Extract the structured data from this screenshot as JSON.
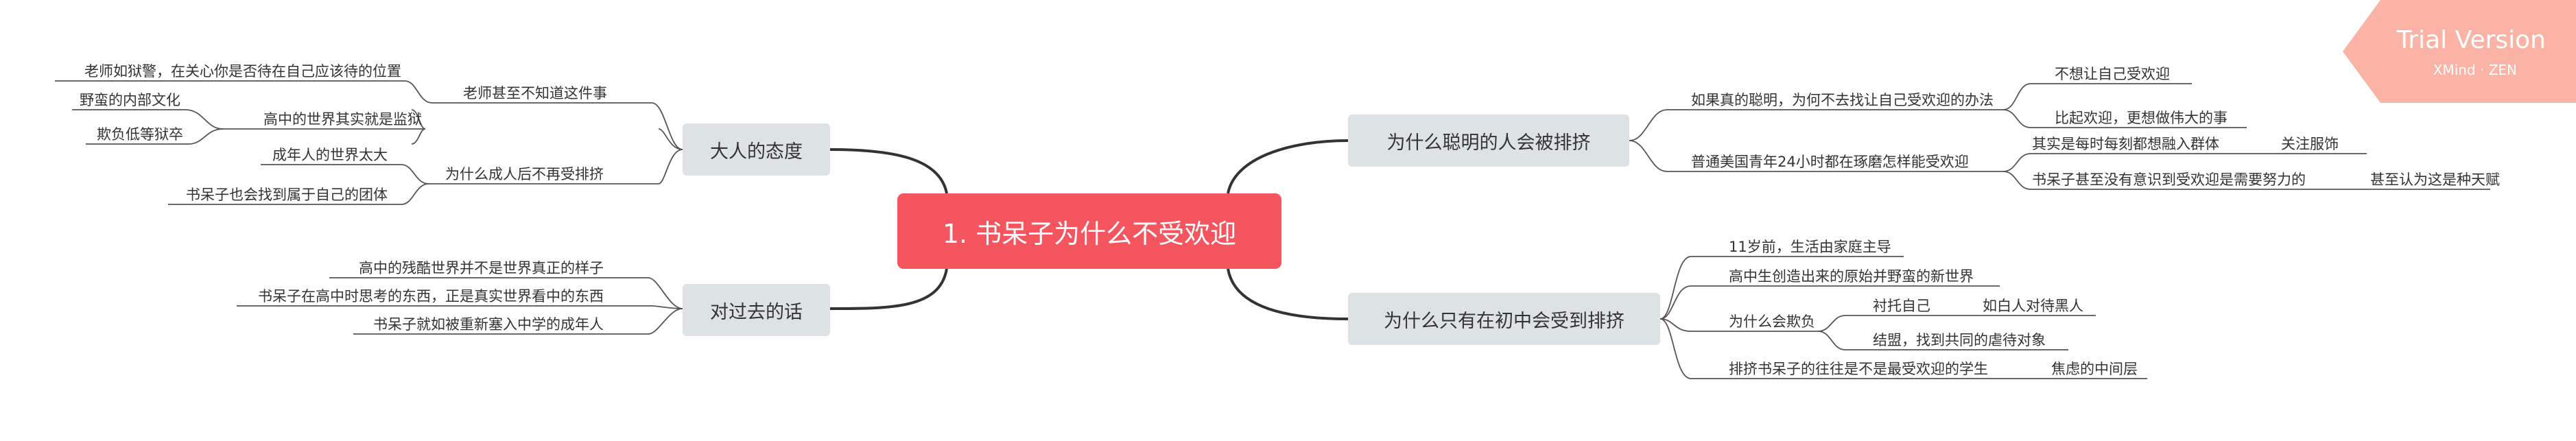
{
  "central": {
    "label": "1. 书呆子为什么不受欢迎"
  },
  "branches": {
    "adult_attitude": {
      "label": "大人的态度",
      "teachers_unaware": {
        "label": "老师甚至不知道这件事",
        "warden": "老师如狱警，在关心你是否待在自己应该待的位置"
      },
      "hs_prison": {
        "label": "高中的世界其实就是监狱",
        "savage": "野蛮的内部文化",
        "bully": "欺负低等狱卒"
      },
      "why_no_bully": {
        "label": "为什么成人后不再受排挤",
        "adult_world": "成年人的世界太大",
        "own_group": "书呆子也会找到属于自己的团体"
      }
    },
    "to_past": {
      "label": "对过去的话",
      "cruel": "高中的残酷世界并不是世界真正的样子",
      "think": "书呆子在高中时思考的东西，正是真实世界看中的东西",
      "reenter": "书呆子就如被重新塞入中学的成年人"
    },
    "smart_excluded": {
      "label": "为什么聪明的人会被排挤",
      "if_smart": {
        "label": "如果真的聪明，为何不去找让自己受欢迎的办法",
        "dont_want": "不想让自己受欢迎",
        "rather_great": "比起欢迎，更想做伟大的事"
      },
      "us_teen": {
        "label": "普通美国青年24小时都在琢磨怎样能受欢迎",
        "blend": "其实是每时每刻都想融入群体",
        "clothes": "关注服饰",
        "unaware": "书呆子甚至没有意识到受欢迎是需要努力的",
        "talent": "甚至认为这是种天赋"
      }
    },
    "middle_school": {
      "label": "为什么只有在初中会受到排挤",
      "before11": "11岁前，生活由家庭主导",
      "hs_kids": "高中生创造出来的原始并野蛮的新世界",
      "why_bully": {
        "label": "为什么会欺负",
        "foil": "衬托自己",
        "whites": "如白人对待黑人",
        "ally": "结盟，找到共同的虐待对象"
      },
      "target": "排挤书呆子的往往是不是最受欢迎的学生",
      "anxious": "焦虑的中间层"
    }
  },
  "watermark": {
    "title": "Trial Version",
    "subtitle": "XMind · ZEN"
  },
  "colors": {
    "central": "#f4555f",
    "topic": "#dde3e5",
    "line": "#333333",
    "watermark": "#fbb3a6"
  }
}
